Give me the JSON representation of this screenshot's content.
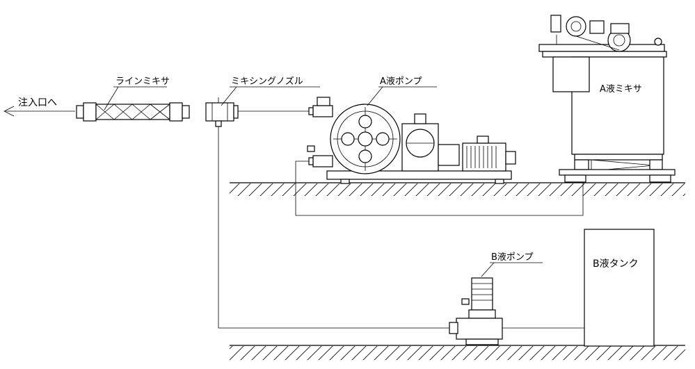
{
  "labels": {
    "outlet": "注入口へ",
    "line_mixer": "ラインミキサ",
    "mixing_nozzle": "ミキシングノズル",
    "pump_a": "A液ポンプ",
    "mixer_a": "A液ミキサ",
    "pump_b": "B液ポンプ",
    "tank_b": "B液タンク"
  }
}
